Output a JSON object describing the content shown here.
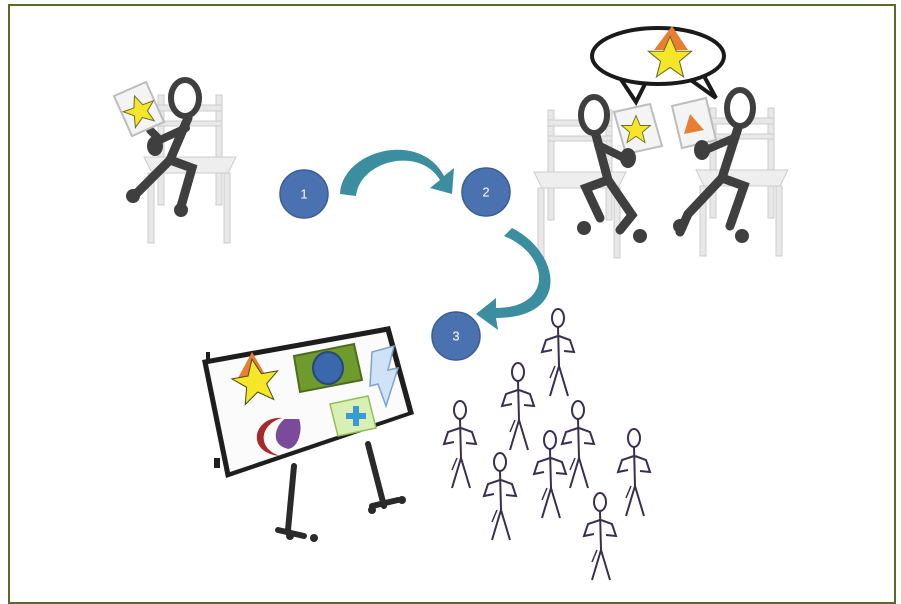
{
  "steps": [
    {
      "label": "1"
    },
    {
      "label": "2"
    },
    {
      "label": "3"
    }
  ],
  "colors": {
    "frame": "#5a6a2a",
    "step_circle": "#4a72b0",
    "arrow": "#3a8ea0",
    "star": "#f6e62a",
    "triangle": "#e87e32",
    "figure": "#3f3f3f",
    "crowd_figure": "#3a2e4e"
  },
  "icons": [
    "paper-star-icon",
    "paper-triangle-icon",
    "speech-bubble-icon",
    "whiteboard-icon",
    "crowd-icon",
    "chair-icon"
  ]
}
